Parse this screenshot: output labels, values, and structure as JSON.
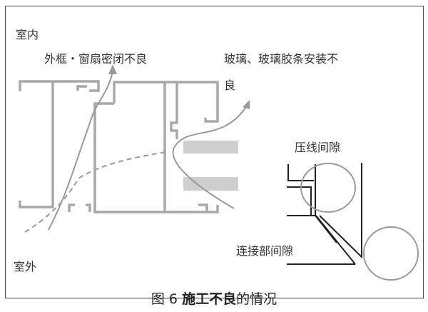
{
  "labels": {
    "indoor": "室内",
    "outdoor": "室外",
    "frame_sash_seal": "外框・窗扇密闭不良",
    "glass_install_line1": "玻璃、玻璃胶条安装不",
    "glass_install_line2": "良",
    "bead_gap": "压线间隙",
    "joint_gap": "连接部间隙"
  },
  "caption": {
    "figure_no": "图 6",
    "title_bold": "施工不良",
    "title_rest": "的情况"
  },
  "colors": {
    "profile": "#a8a8a8",
    "lines": "#222222",
    "glass": "#cfcfcf"
  }
}
